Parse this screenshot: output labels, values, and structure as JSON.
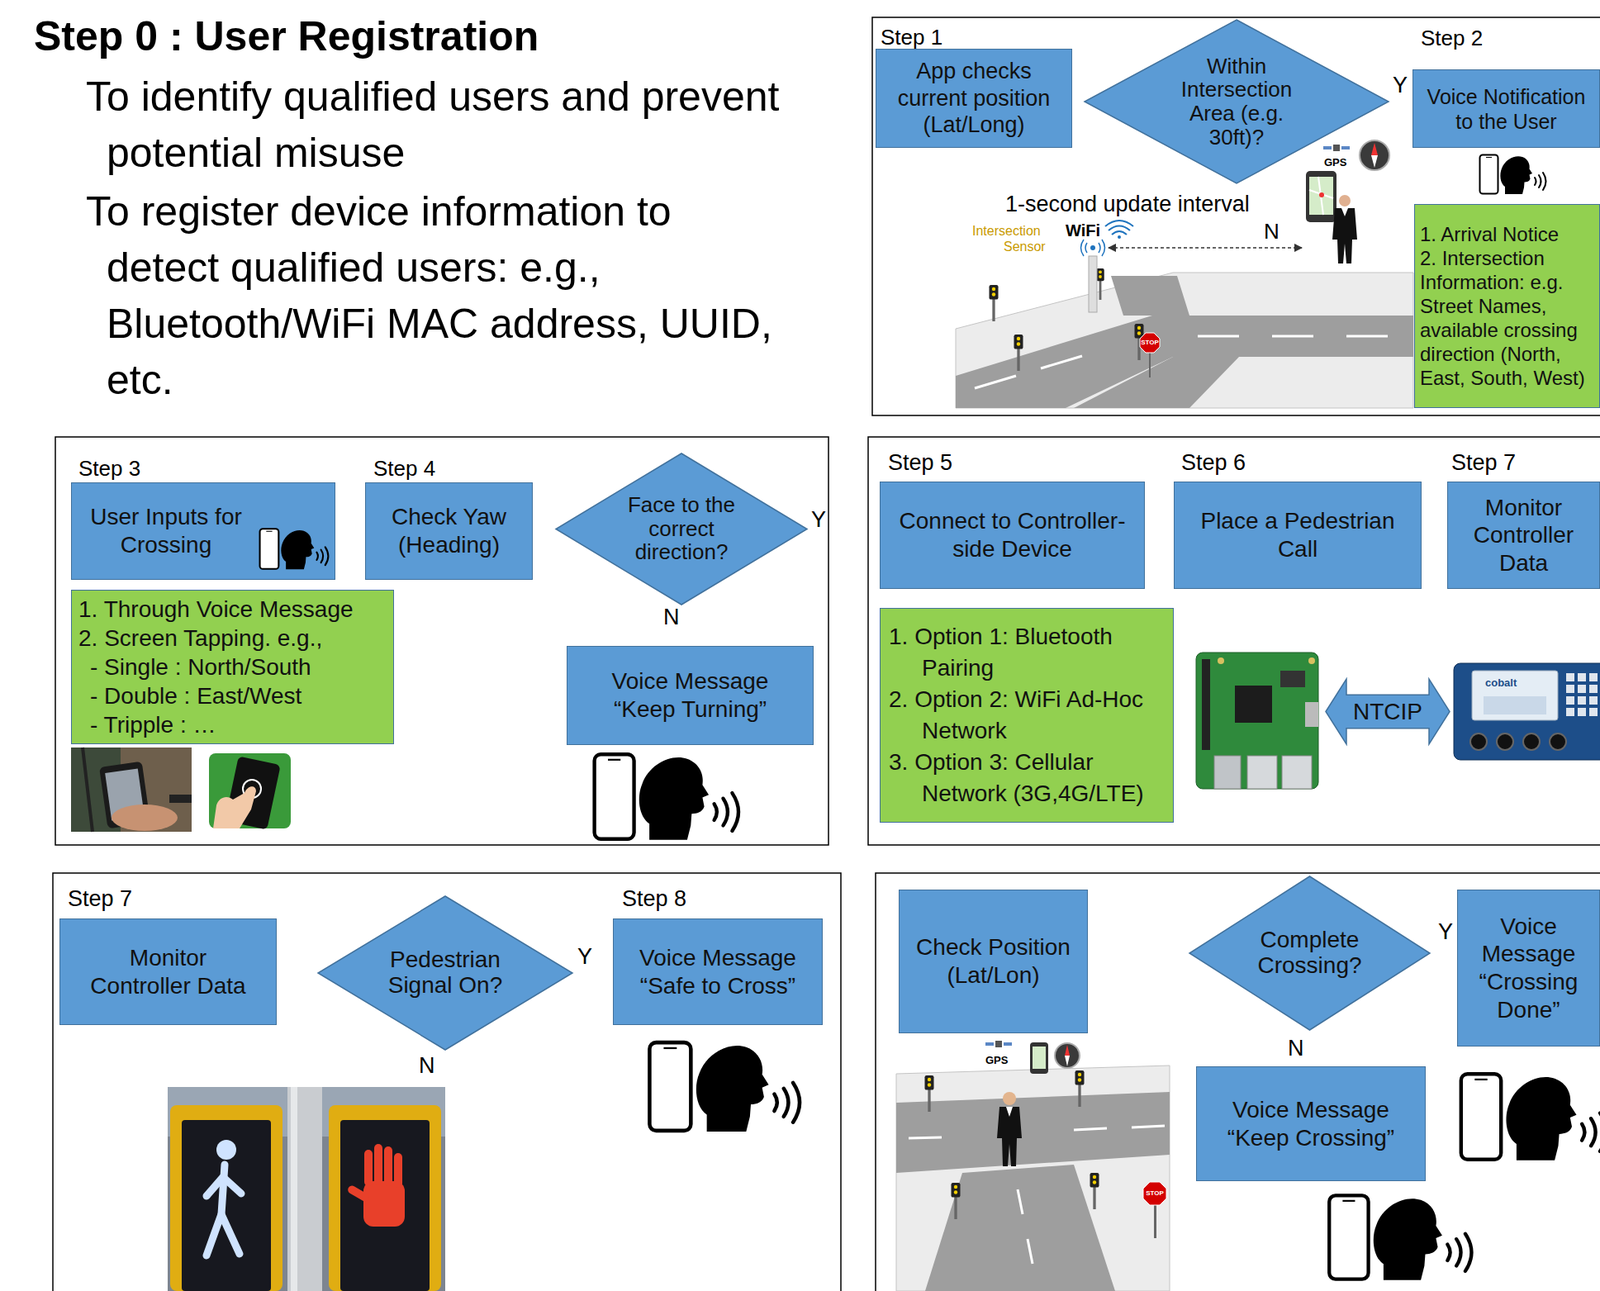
{
  "diagram": {
    "title": "Step 0 : User Registration",
    "nodes": [
      {
        "text": [
          "App checks current position (Lat/Long)"
        ]
      },
      {
        "text": [
          "Within Intersection Area (e.g. 30ft)?"
        ]
      },
      {
        "text": [
          "Voice Notification to the User"
        ]
      },
      {
        "text": [
          "1. Arrival Notice",
          "2. Intersection Information: e.g. Street Names, available crossing direction (North, East, South, West)"
        ]
      },
      {
        "text": [
          "User Inputs for Crossing"
        ]
      },
      {
        "text": [
          "Check Yaw (Heading)"
        ]
      },
      {
        "text": [
          "Face to the correct direction?"
        ]
      },
      {
        "text": [
          "1. Through Voice Message",
          "2. Screen Tapping. e.g.,",
          "- Single : North/South",
          "- Double : East/West",
          "- Tripple : …"
        ]
      },
      {
        "text": [
          "Voice Message “Keep Turning”"
        ]
      },
      {
        "text": [
          "Connect to Controller-side Device"
        ]
      },
      {
        "text": [
          "Place a Pedestrian Call"
        ]
      },
      {
        "text": [
          "Monitor Controller Data"
        ]
      },
      {
        "text": [
          "1. Option 1: Bluetooth Pairing",
          "2. Option 2: WiFi Ad-Hoc Network",
          "3. Option 3: Cellular Network (3G,4G/LTE)"
        ]
      },
      {
        "text": [
          "NTCIP"
        ]
      },
      {
        "text": [
          "Monitor Controller Data"
        ]
      },
      {
        "text": [
          "Pedestrian Signal On?"
        ]
      },
      {
        "text": [
          "Voice Message “Safe to Cross”"
        ]
      },
      {
        "text": [
          "Check Position (Lat/Lon)"
        ]
      },
      {
        "text": [
          "Complete Crossing?"
        ]
      },
      {
        "text": [
          "Voice Message “Crossing Done”"
        ]
      },
      {
        "text": [
          "Voice Message “Keep Crossing”"
        ]
      }
    ],
    "labels": [
      "To identify qualified users and prevent potential misuse",
      "To register device information to detect qualified users: e.g., Bluetooth/WiFi MAC address, UUID, etc.",
      "Step 1",
      "Y",
      "Step 2",
      "1-second update interval",
      "Intersection",
      "WiFi",
      "Sensor",
      "N",
      "GPS",
      "STOP",
      "Step 3",
      "Step 4",
      "Y",
      "N",
      "Step 5",
      "Step 6",
      "Step 7",
      "cobalt",
      "Step 7",
      "Y",
      "N",
      "Step 8",
      "GPS",
      "Y",
      "N",
      "STOP"
    ]
  }
}
